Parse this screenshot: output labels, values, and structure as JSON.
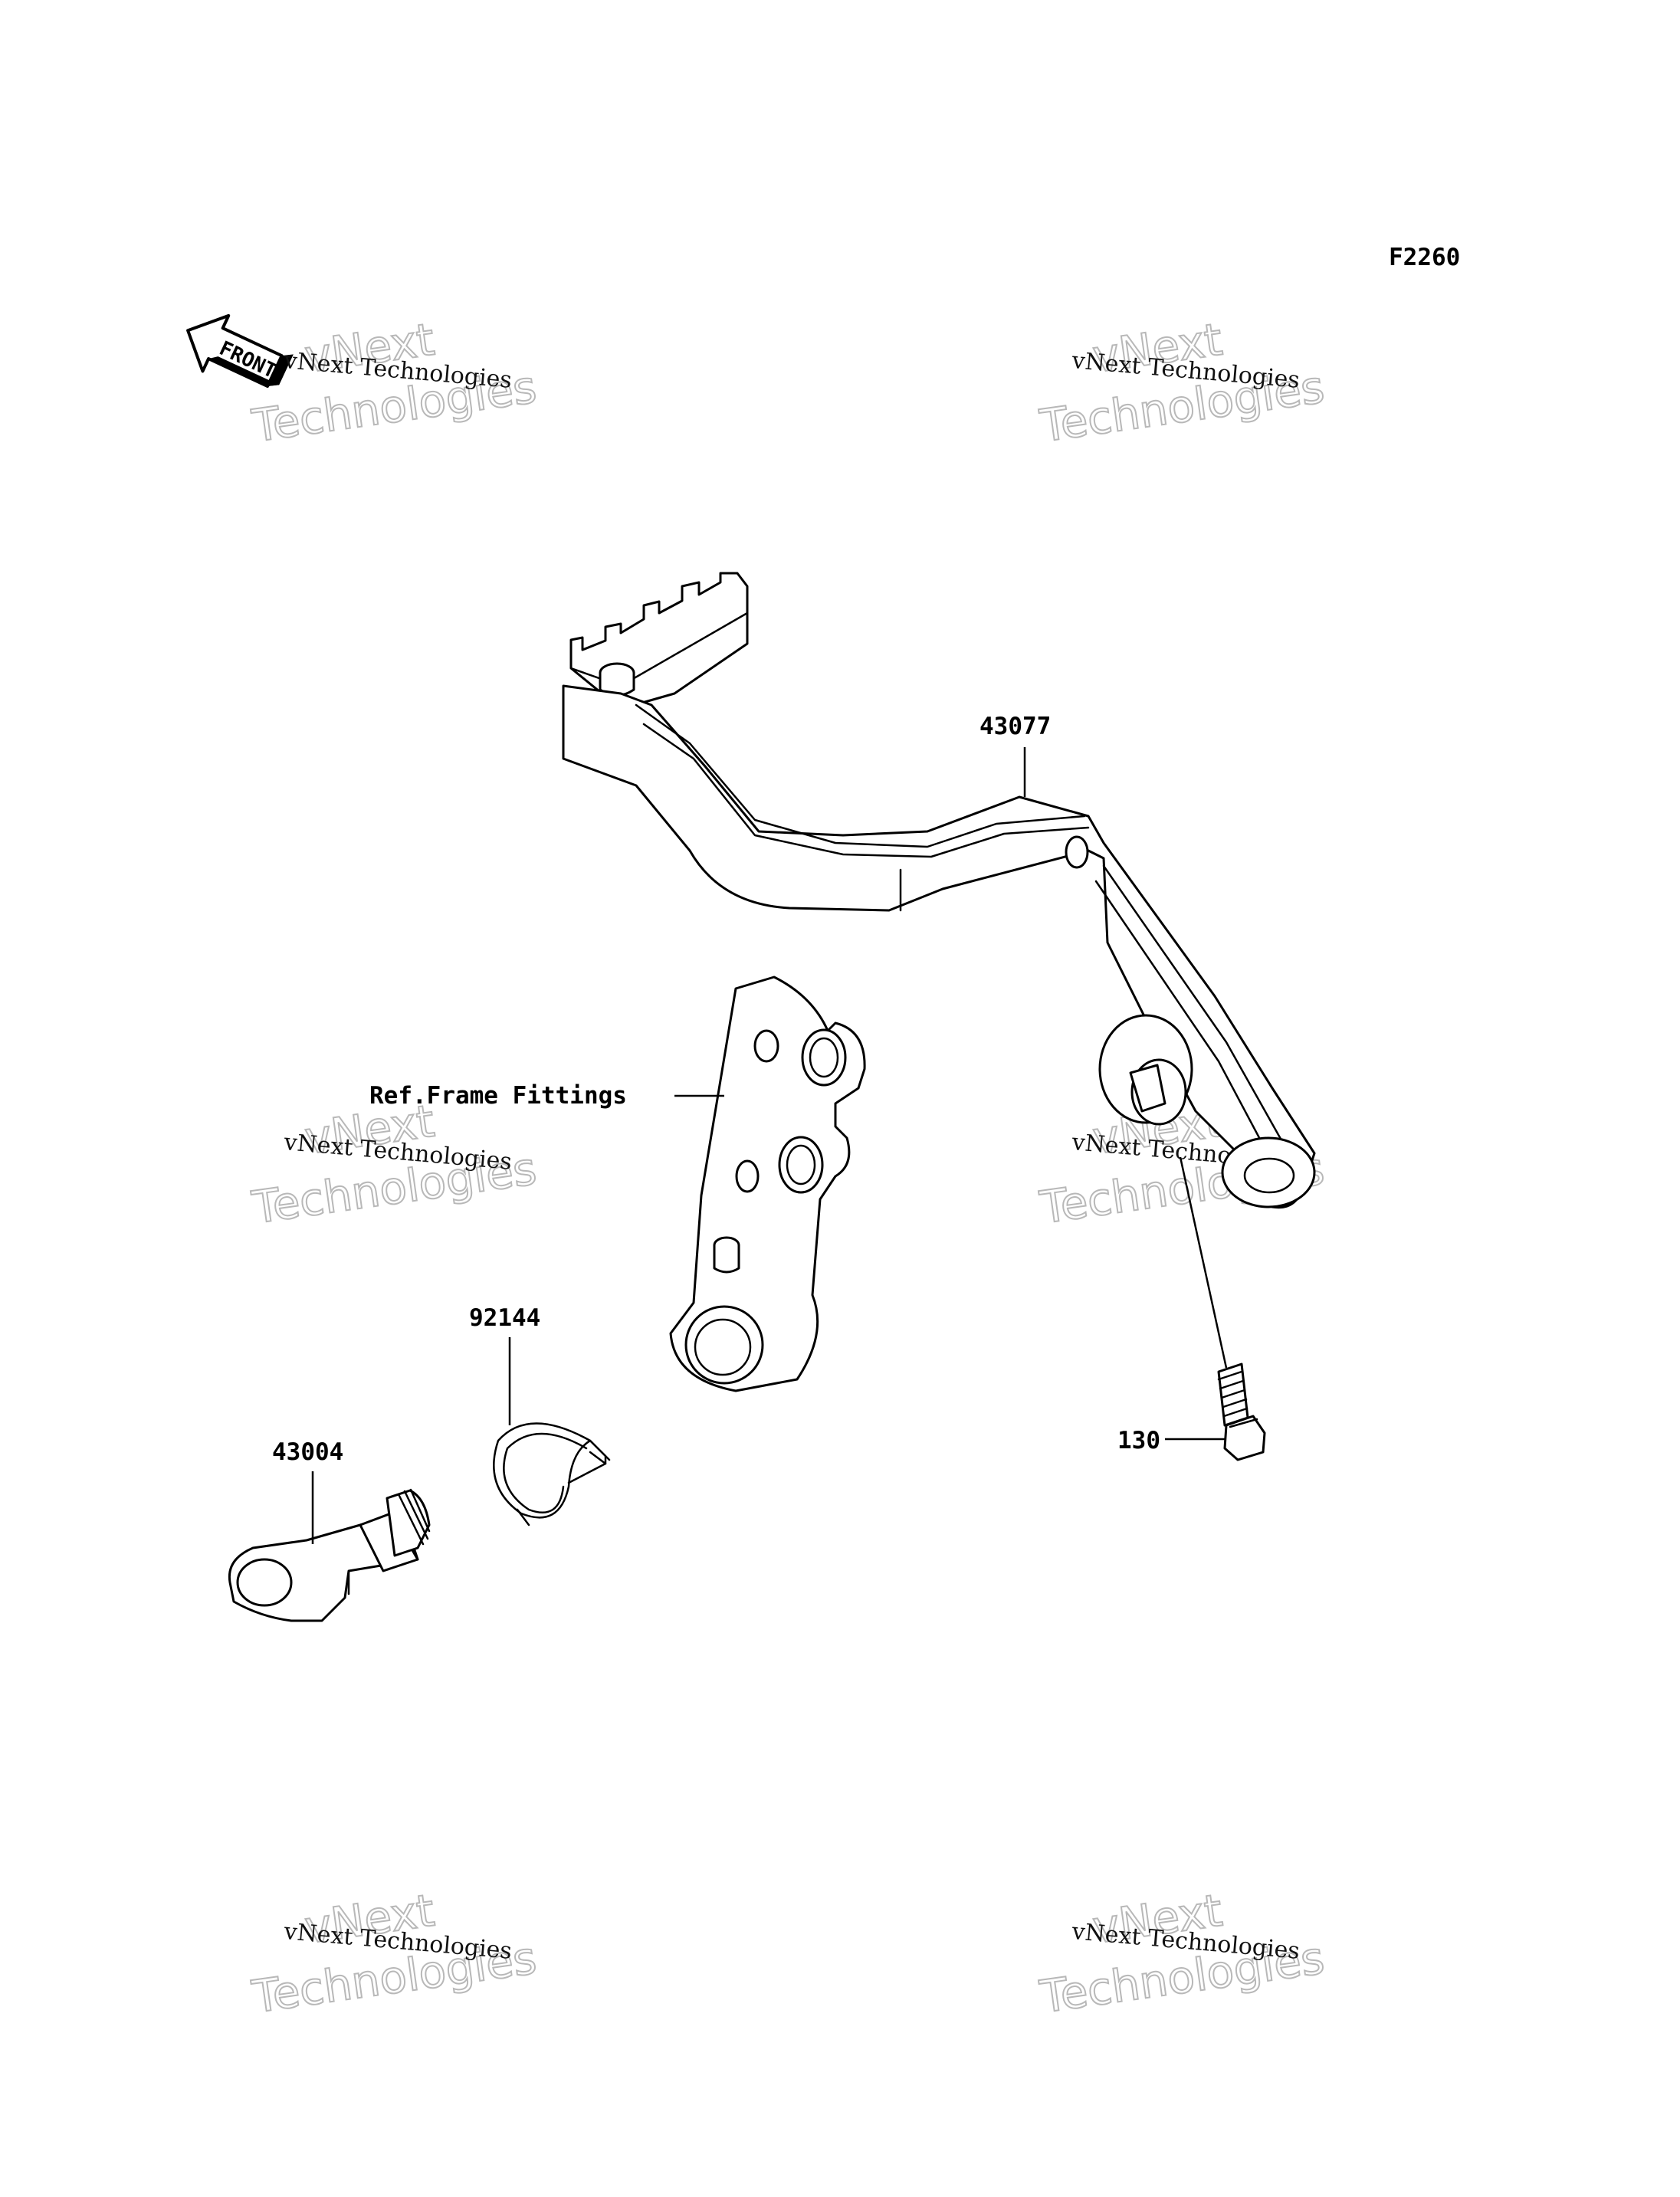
{
  "figure_code": "F2260",
  "front_label": "FRONT",
  "callouts": [
    {
      "id": "brake-pedal",
      "text": "43077"
    },
    {
      "id": "frame-fittings",
      "text": "Ref.Frame Fittings"
    },
    {
      "id": "spring",
      "text": "92144"
    },
    {
      "id": "shaft",
      "text": "43004"
    },
    {
      "id": "bolt",
      "text": "130"
    }
  ],
  "watermarks": [
    {
      "line1": "vNext Technologies",
      "line2": "vNext",
      "line3": "Technologies"
    },
    {
      "line1": "vNext Technologies",
      "line2": "vNext",
      "line3": "Technologies"
    },
    {
      "line1": "vNext Technologies",
      "line2": "vNext",
      "line3": "Technologies"
    },
    {
      "line1": "vNext Technologies",
      "line2": "vNext",
      "line3": "Technologies"
    },
    {
      "line1": "vNext Technologies",
      "line2": "vNext",
      "line3": "Technologies"
    },
    {
      "line1": "vNext Technologies",
      "line2": "vNext",
      "line3": "Technologies"
    }
  ]
}
